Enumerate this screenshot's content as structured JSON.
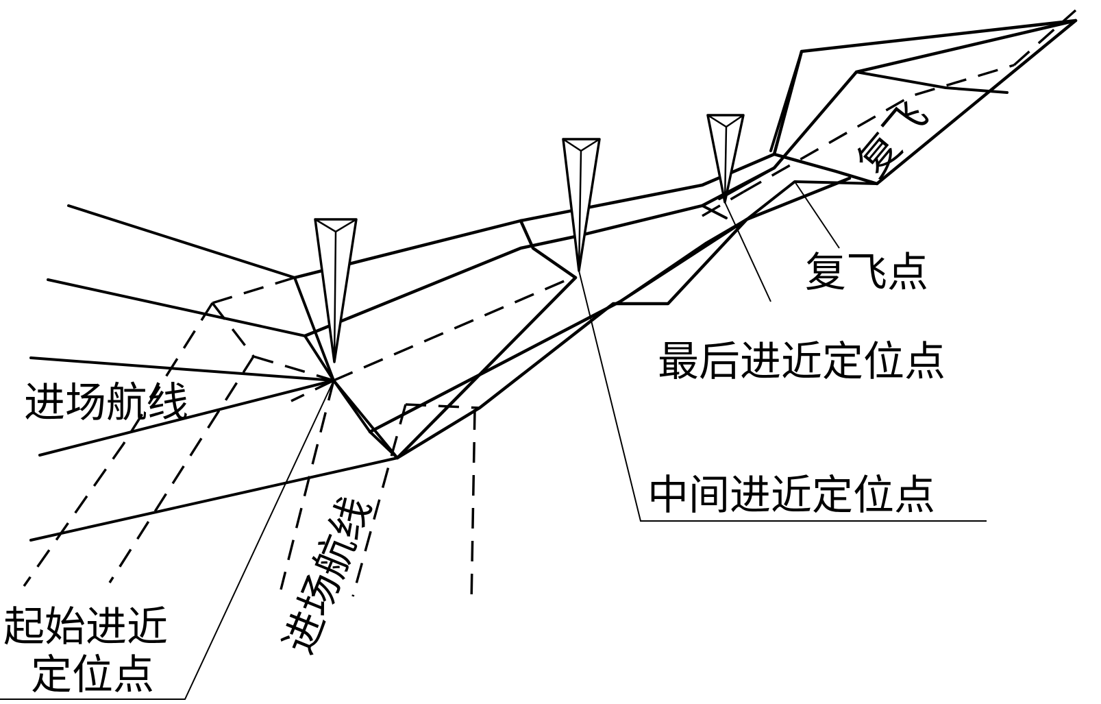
{
  "labels": {
    "approach_route_left": "进场航线",
    "approach_route_bottom": "进场航线",
    "initial_approach_fix_line1": "起始进近",
    "initial_approach_fix_line2": "定位点",
    "intermediate_approach_fix": "中间进近定位点",
    "final_approach_fix": "最后进近定位点",
    "missed_approach_point": "复飞点",
    "missed_approach": "复飞"
  },
  "colors": {
    "line": "#000000",
    "background": "#ffffff"
  },
  "icons": {
    "beacon": "marker-beacon-icon"
  }
}
